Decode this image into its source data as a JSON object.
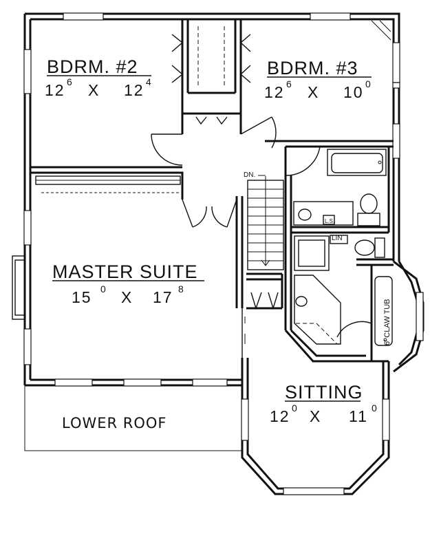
{
  "rooms": [
    {
      "id": "bdrm2",
      "name": "BDRM. #2",
      "w_ft": "12",
      "w_in": "6",
      "x_sep": "X",
      "h_ft": "12",
      "h_in": "4"
    },
    {
      "id": "bdrm3",
      "name": "BDRM. #3",
      "w_ft": "12",
      "w_in": "6",
      "x_sep": "X",
      "h_ft": "10",
      "h_in": "0"
    },
    {
      "id": "master",
      "name": "MASTER SUITE",
      "w_ft": "15",
      "w_in": "0",
      "x_sep": "X",
      "h_ft": "17",
      "h_in": "8"
    },
    {
      "id": "sitting",
      "name": "SITTING",
      "w_ft": "12",
      "w_in": "0",
      "x_sep": "X",
      "h_ft": "11",
      "h_in": "0"
    }
  ],
  "labels": {
    "lower_roof": "LOWER ROOF",
    "stair_dn": "DN.",
    "claw_tub": "6' CLAW TUB",
    "lin": "LIN",
    "ls": "L.S."
  }
}
